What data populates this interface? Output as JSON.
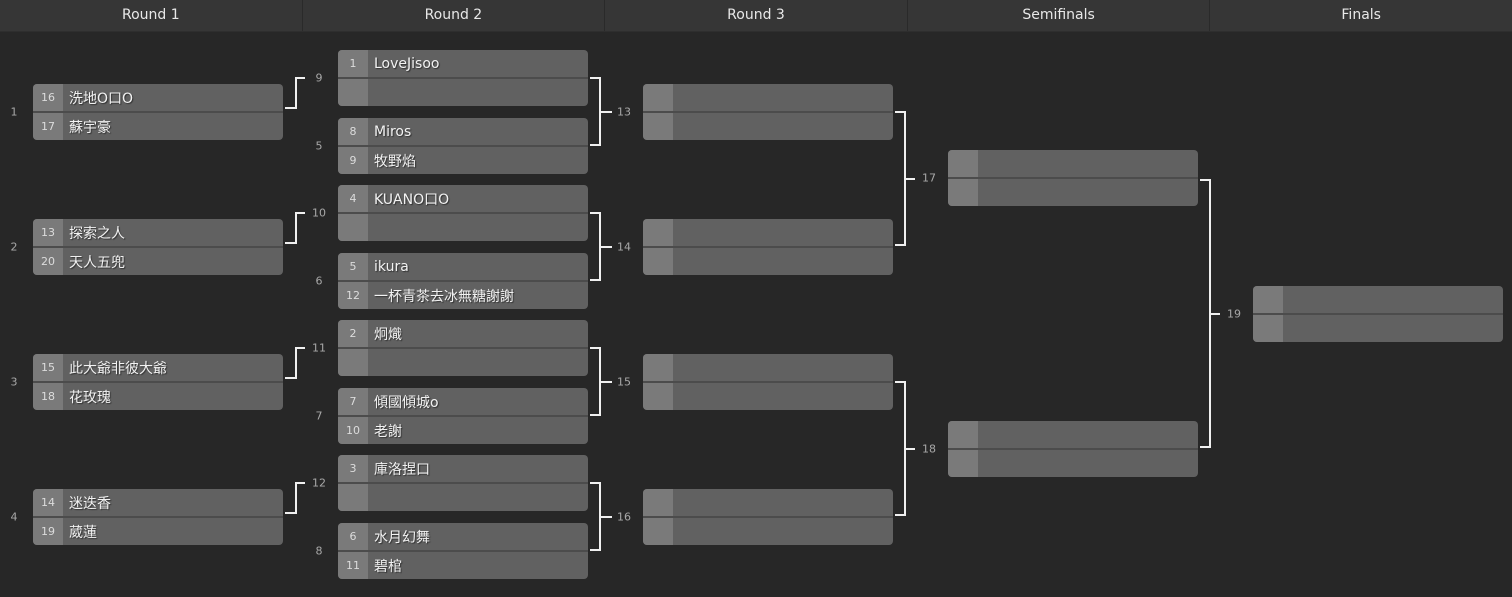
{
  "rounds": [
    {
      "title": "Round 1"
    },
    {
      "title": "Round 2"
    },
    {
      "title": "Round 3"
    },
    {
      "title": "Semifinals"
    },
    {
      "title": "Finals"
    }
  ],
  "matches": [
    {
      "number": "1",
      "players": [
        {
          "seed": "16",
          "name": "洗地O口O"
        },
        {
          "seed": "17",
          "name": "蘇宇豪"
        }
      ]
    },
    {
      "number": "2",
      "players": [
        {
          "seed": "13",
          "name": "探索之人"
        },
        {
          "seed": "20",
          "name": "天人五兜"
        }
      ]
    },
    {
      "number": "3",
      "players": [
        {
          "seed": "15",
          "name": "此大爺非彼大爺"
        },
        {
          "seed": "18",
          "name": "花玫瑰"
        }
      ]
    },
    {
      "number": "4",
      "players": [
        {
          "seed": "14",
          "name": "迷迭香"
        },
        {
          "seed": "19",
          "name": "葳蓮"
        }
      ]
    },
    {
      "number": "9",
      "players": [
        {
          "seed": "1",
          "name": "LoveJisoo"
        },
        {
          "seed": "",
          "name": ""
        }
      ]
    },
    {
      "number": "5",
      "players": [
        {
          "seed": "8",
          "name": "Miros"
        },
        {
          "seed": "9",
          "name": "牧野焰"
        }
      ]
    },
    {
      "number": "10",
      "players": [
        {
          "seed": "4",
          "name": "KUANO口O"
        },
        {
          "seed": "",
          "name": ""
        }
      ]
    },
    {
      "number": "6",
      "players": [
        {
          "seed": "5",
          "name": "ikura"
        },
        {
          "seed": "12",
          "name": "一杯青茶去冰無糖謝謝"
        }
      ]
    },
    {
      "number": "11",
      "players": [
        {
          "seed": "2",
          "name": "炯熾"
        },
        {
          "seed": "",
          "name": ""
        }
      ]
    },
    {
      "number": "7",
      "players": [
        {
          "seed": "7",
          "name": "傾國傾城o"
        },
        {
          "seed": "10",
          "name": "老謝"
        }
      ]
    },
    {
      "number": "12",
      "players": [
        {
          "seed": "3",
          "name": "庫洛捏口"
        },
        {
          "seed": "",
          "name": ""
        }
      ]
    },
    {
      "number": "8",
      "players": [
        {
          "seed": "6",
          "name": "水月幻舞"
        },
        {
          "seed": "11",
          "name": "碧棺"
        }
      ]
    },
    {
      "number": "13",
      "players": [
        {
          "seed": "",
          "name": ""
        },
        {
          "seed": "",
          "name": ""
        }
      ]
    },
    {
      "number": "14",
      "players": [
        {
          "seed": "",
          "name": ""
        },
        {
          "seed": "",
          "name": ""
        }
      ]
    },
    {
      "number": "15",
      "players": [
        {
          "seed": "",
          "name": ""
        },
        {
          "seed": "",
          "name": ""
        }
      ]
    },
    {
      "number": "16",
      "players": [
        {
          "seed": "",
          "name": ""
        },
        {
          "seed": "",
          "name": ""
        }
      ]
    },
    {
      "number": "17",
      "players": [
        {
          "seed": "",
          "name": ""
        },
        {
          "seed": "",
          "name": ""
        }
      ]
    },
    {
      "number": "18",
      "players": [
        {
          "seed": "",
          "name": ""
        },
        {
          "seed": "",
          "name": ""
        }
      ]
    },
    {
      "number": "19",
      "players": [
        {
          "seed": "",
          "name": ""
        },
        {
          "seed": "",
          "name": ""
        }
      ]
    }
  ]
}
